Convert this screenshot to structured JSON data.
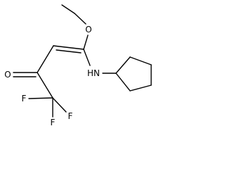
{
  "molecule": {
    "atoms": {
      "ether_oxygen": "O",
      "ketone_oxygen": "O",
      "amine": "HN",
      "fluorine_1": "F",
      "fluorine_2": "F",
      "fluorine_3": "F"
    },
    "bond_color": "#000000",
    "background_color": "#ffffff"
  }
}
